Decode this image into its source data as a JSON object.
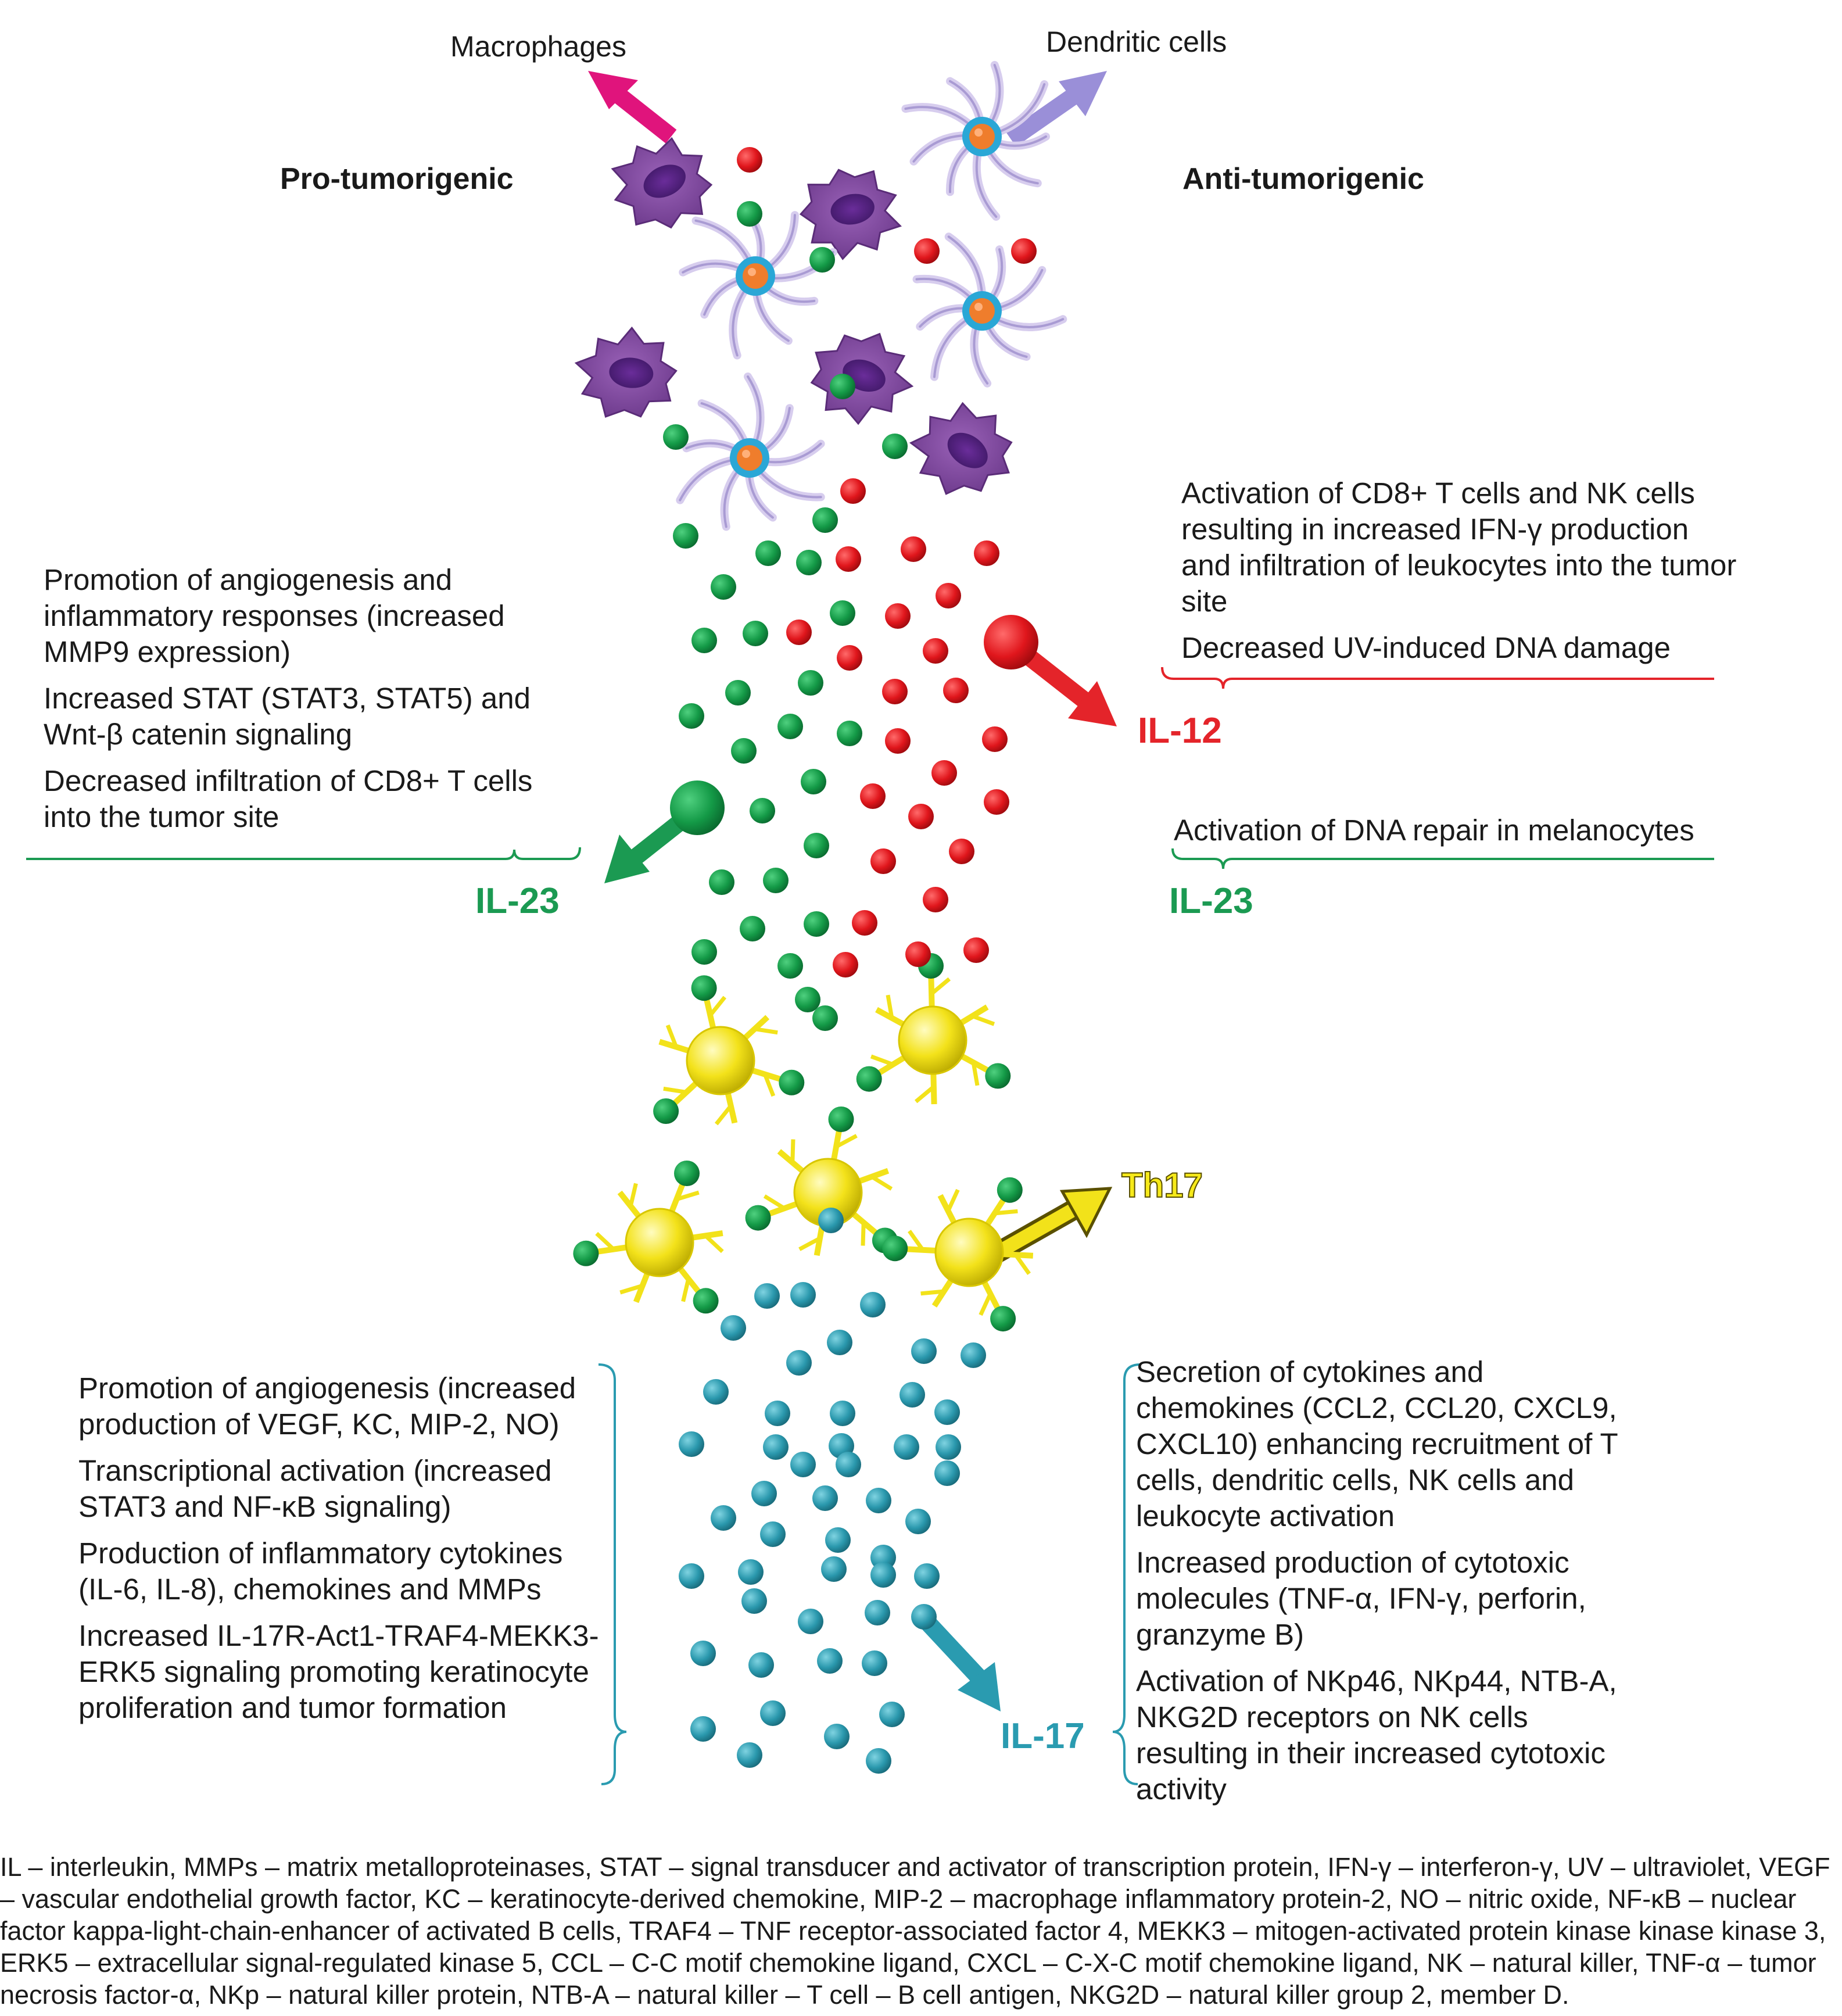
{
  "labels": {
    "macrophages": "Macrophages",
    "dendritic_cells": "Dendritic cells",
    "pro_tumorigenic": "Pro-tumorigenic",
    "anti_tumorigenic": "Anti-tumorigenic",
    "th17": "Th17"
  },
  "il12": {
    "label": "IL-12",
    "anti_effects": [
      "Activation of CD8+ T cells and NK cells resulting in increased IFN-γ production and infiltration of leukocytes into the tumor site",
      "Decreased UV-induced DNA damage"
    ]
  },
  "il23_left": {
    "label": "IL-23",
    "pro_effects": [
      "Promotion of angiogenesis and inflammatory responses (increased MMP9 expression)",
      "Increased STAT (STAT3, STAT5) and Wnt-β catenin signaling",
      "Decreased infiltration of CD8+ T cells into the tumor site"
    ]
  },
  "il23_right": {
    "label": "IL-23",
    "anti_effects": [
      "Activation of DNA repair in melanocytes"
    ]
  },
  "il17": {
    "label": "IL-17",
    "pro_effects": [
      "Promotion of angiogenesis (increased production of VEGF, KC, MIP-2, NO)",
      "Transcriptional activation (increased STAT3 and NF-κB signaling)",
      "Production of inflammatory cytokines (IL-6, IL-8), chemokines and MMPs",
      "Increased IL-17R-Act1-TRAF4-MEKK3-ERK5 signaling promoting keratinocyte proliferation and tumor formation"
    ],
    "anti_effects": [
      "Secretion of cytokines and chemokines (CCL2, CCL20, CXCL9, CXCL10) enhancing recruitment of T cells, dendritic cells, NK cells and leukocyte activation",
      "Increased production of cytotoxic molecules (TNF-α, IFN-γ, perforin, granzyme B)",
      "Activation of NKp46, NKp44, NTB-A, NKG2D receptors on NK cells resulting in their increased cytotoxic activity"
    ]
  },
  "footnote": "IL – interleukin, MMPs – matrix metalloproteinases, STAT – signal transducer and activator of transcription protein, IFN-γ – interferon-γ, UV – ultraviolet, VEGF – vascular endothelial growth factor, KC – keratinocyte-derived chemokine, MIP-2 – macrophage inflammatory protein-2, NO – nitric oxide, NF-κB – nuclear factor kappa-light-chain-enhancer of activated B cells, TRAF4 – TNF receptor-associated factor 4, MEKK3 – mitogen-activated protein kinase kinase kinase 3, ERK5 – extracellular signal-regulated kinase 5, CCL – C-C motif chemokine ligand, CXCL – C-X-C motif chemokine ligand, NK – natural killer, TNF-α – tumor necrosis factor-α, NKp – natural killer protein, NTB-A – natural killer – T cell – B cell antigen, NKG2D – natural killer group 2, member D.",
  "colors": {
    "il12_red": "#e4242a",
    "il23_green": "#1b9a52",
    "il17_teal": "#2a9bb0",
    "macrophage_arrow": "#e0147c",
    "dendritic_arrow": "#9a8fd8",
    "th17_yellow": "#f2e21a"
  }
}
